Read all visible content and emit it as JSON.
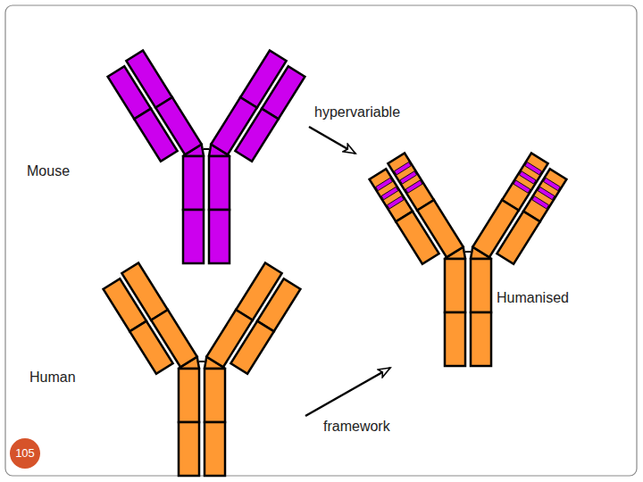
{
  "diagram": {
    "nodes": [
      {
        "text": [
          "Mouse"
        ]
      },
      {
        "text": [
          "Human"
        ]
      },
      {
        "text": [
          "Humanised"
        ]
      },
      {
        "text": [
          "105"
        ]
      }
    ],
    "edges": [
      {
        "from": 0,
        "to": 2,
        "label": "hypervariable",
        "arrow": "to"
      },
      {
        "from": 1,
        "to": 2,
        "label": "framework",
        "arrow": "to"
      }
    ]
  }
}
